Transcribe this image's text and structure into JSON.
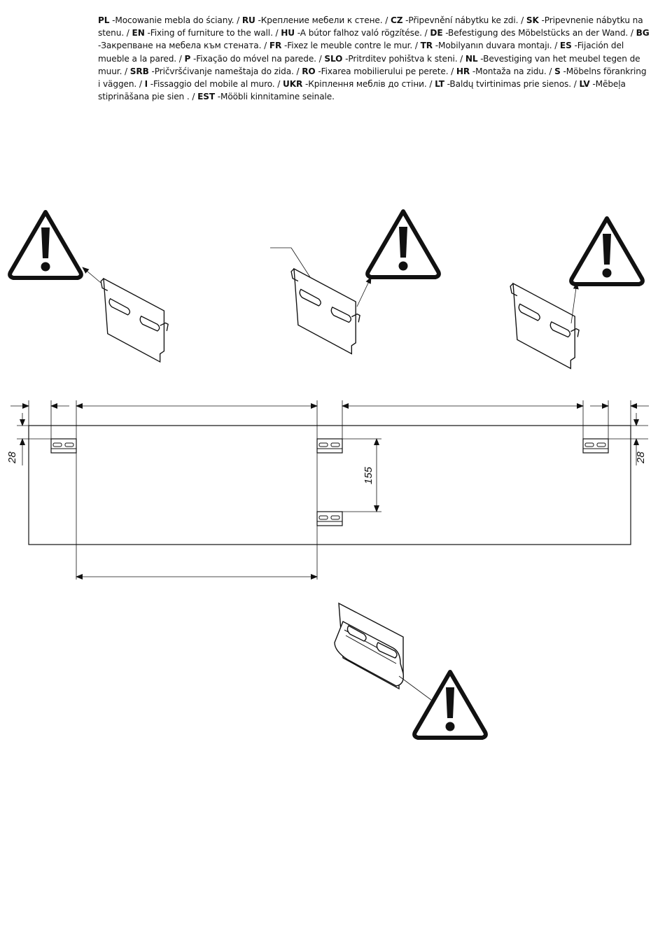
{
  "instructions": [
    {
      "code": "PL",
      "text": "-Mocowanie mebla do ściany. /"
    },
    {
      "code": "RU",
      "text": "-Крепление мебели к стене. /"
    },
    {
      "code": "CZ",
      "text": "-Připevnění nábytku ke zdi. /"
    },
    {
      "code": "SK",
      "text": "-Pripevnenie nábytku na stenu. /"
    },
    {
      "code": "EN",
      "text": "-Fixing of furniture to the wall. /"
    },
    {
      "code": "HU",
      "text": "-A bútor falhoz való rögzítése. /"
    },
    {
      "code": "DE",
      "text": "-Befestigung des Möbelstücks an der Wand. /"
    },
    {
      "code": "BG",
      "text": "-Закрепване на мебела към стената. /"
    },
    {
      "code": "FR",
      "text": "-Fixez le meuble contre le mur. /"
    },
    {
      "code": "TR",
      "text": "-Mobilyanın duvara montajı. /"
    },
    {
      "code": "ES",
      "text": "-Fijación del mueble a la pared. /"
    },
    {
      "code": "P",
      "text": "-Fixação do móvel na parede. /"
    },
    {
      "code": "SLO",
      "text": "-Pritrditev pohištva k steni. /"
    },
    {
      "code": "NL",
      "text": "-Bevestiging van het meubel tegen de muur. /"
    },
    {
      "code": "SRB",
      "text": "-Pričvršćivanje nameštaja do zida. /"
    },
    {
      "code": "RO",
      "text": "-Fixarea mobilierului pe perete. /"
    },
    {
      "code": "HR",
      "text": "-Montaža na zidu. /"
    },
    {
      "code": "S",
      "text": "-Möbelns förankring i väggen. /"
    },
    {
      "code": "I",
      "text": "-Fissaggio del mobile al muro. /"
    },
    {
      "code": "UKR",
      "text": "-Кріплення меблів до стіни. /"
    },
    {
      "code": "LT",
      "text": "-Baldų tvirtinimas prie sienos. /"
    },
    {
      "code": "LV",
      "text": "-Mēbeļa stiprināšana pie sien        . /"
    },
    {
      "code": "EST",
      "text": "-Mööbli kinnitamine seinale."
    }
  ],
  "dimensions": {
    "edge_offset_left": "28",
    "edge_offset_right": "28",
    "hanger_vertical_spacing": "155"
  },
  "icons": {
    "warning": "warning-triangle-icon",
    "hanger": "wall-hanger-bracket"
  }
}
